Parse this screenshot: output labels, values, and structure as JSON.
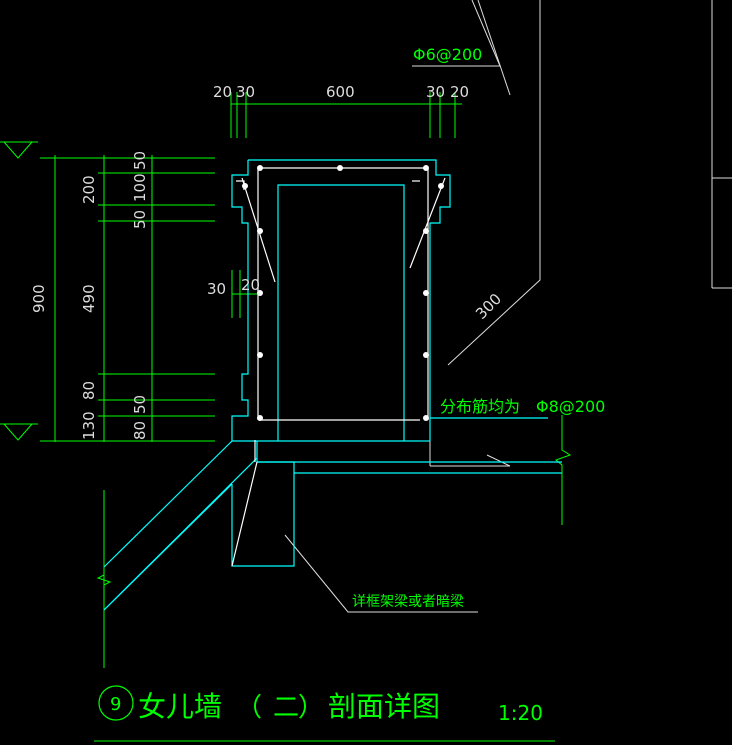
{
  "title": {
    "number": "9",
    "text": "女儿墙",
    "paren_open": "（",
    "part": "二",
    "paren_close": "）",
    "suffix": "剖面详图",
    "scale": "1:20"
  },
  "top_dimensions": [
    "20",
    "30",
    "600",
    "30",
    "20"
  ],
  "left_dimensions": {
    "total": "900",
    "middle": [
      "200",
      "490",
      "80",
      "130"
    ],
    "inner": [
      "50",
      "100",
      "50",
      "50",
      "80"
    ]
  },
  "mid_dimensions": [
    "30",
    "20"
  ],
  "labels": {
    "top_rebar": "Φ6@200",
    "dist_rebar": "分布筋均为　Φ8@200",
    "slope_dim": "300",
    "beam_note": "详框架梁或者暗梁"
  },
  "colors": {
    "background": "#000000",
    "dimension": "#00ff00",
    "outline": "#00ffff",
    "rebar": "#ffffff",
    "label": "#00ff00"
  }
}
